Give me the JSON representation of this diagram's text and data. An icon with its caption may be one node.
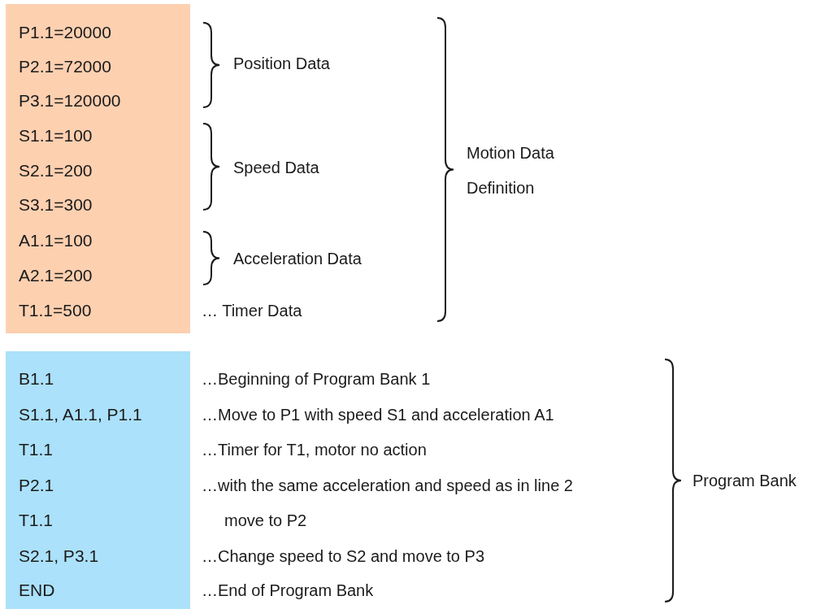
{
  "diagram": {
    "nodes": [
      {
        "text": [
          "P1.1=20000",
          "P2.1=72000",
          "P3.1=120000",
          "S1.1=100",
          "S2.1=200",
          "S3.1=300",
          "A1.1=100",
          "A2.1=200",
          "T1.1=500"
        ]
      },
      {
        "text": [
          "B1.1",
          "S1.1, A1.1, P1.1",
          "T1.1",
          "P2.1",
          "T1.1",
          "S2.1, P3.1",
          "END"
        ]
      }
    ],
    "labels": [
      "Position Data",
      "Speed Data",
      "Acceleration Data",
      "… Timer Data",
      "Motion Data Definition",
      "…Beginning of Program Bank 1",
      "…Move to P1 with speed S1 and acceleration A1",
      "…Timer for T1, motor no action",
      "…with the same acceleration and speed as in line 2",
      "move to P2",
      "…Change speed to S2 and move to P3",
      "…End of Program Bank",
      "Program Bank"
    ]
  }
}
